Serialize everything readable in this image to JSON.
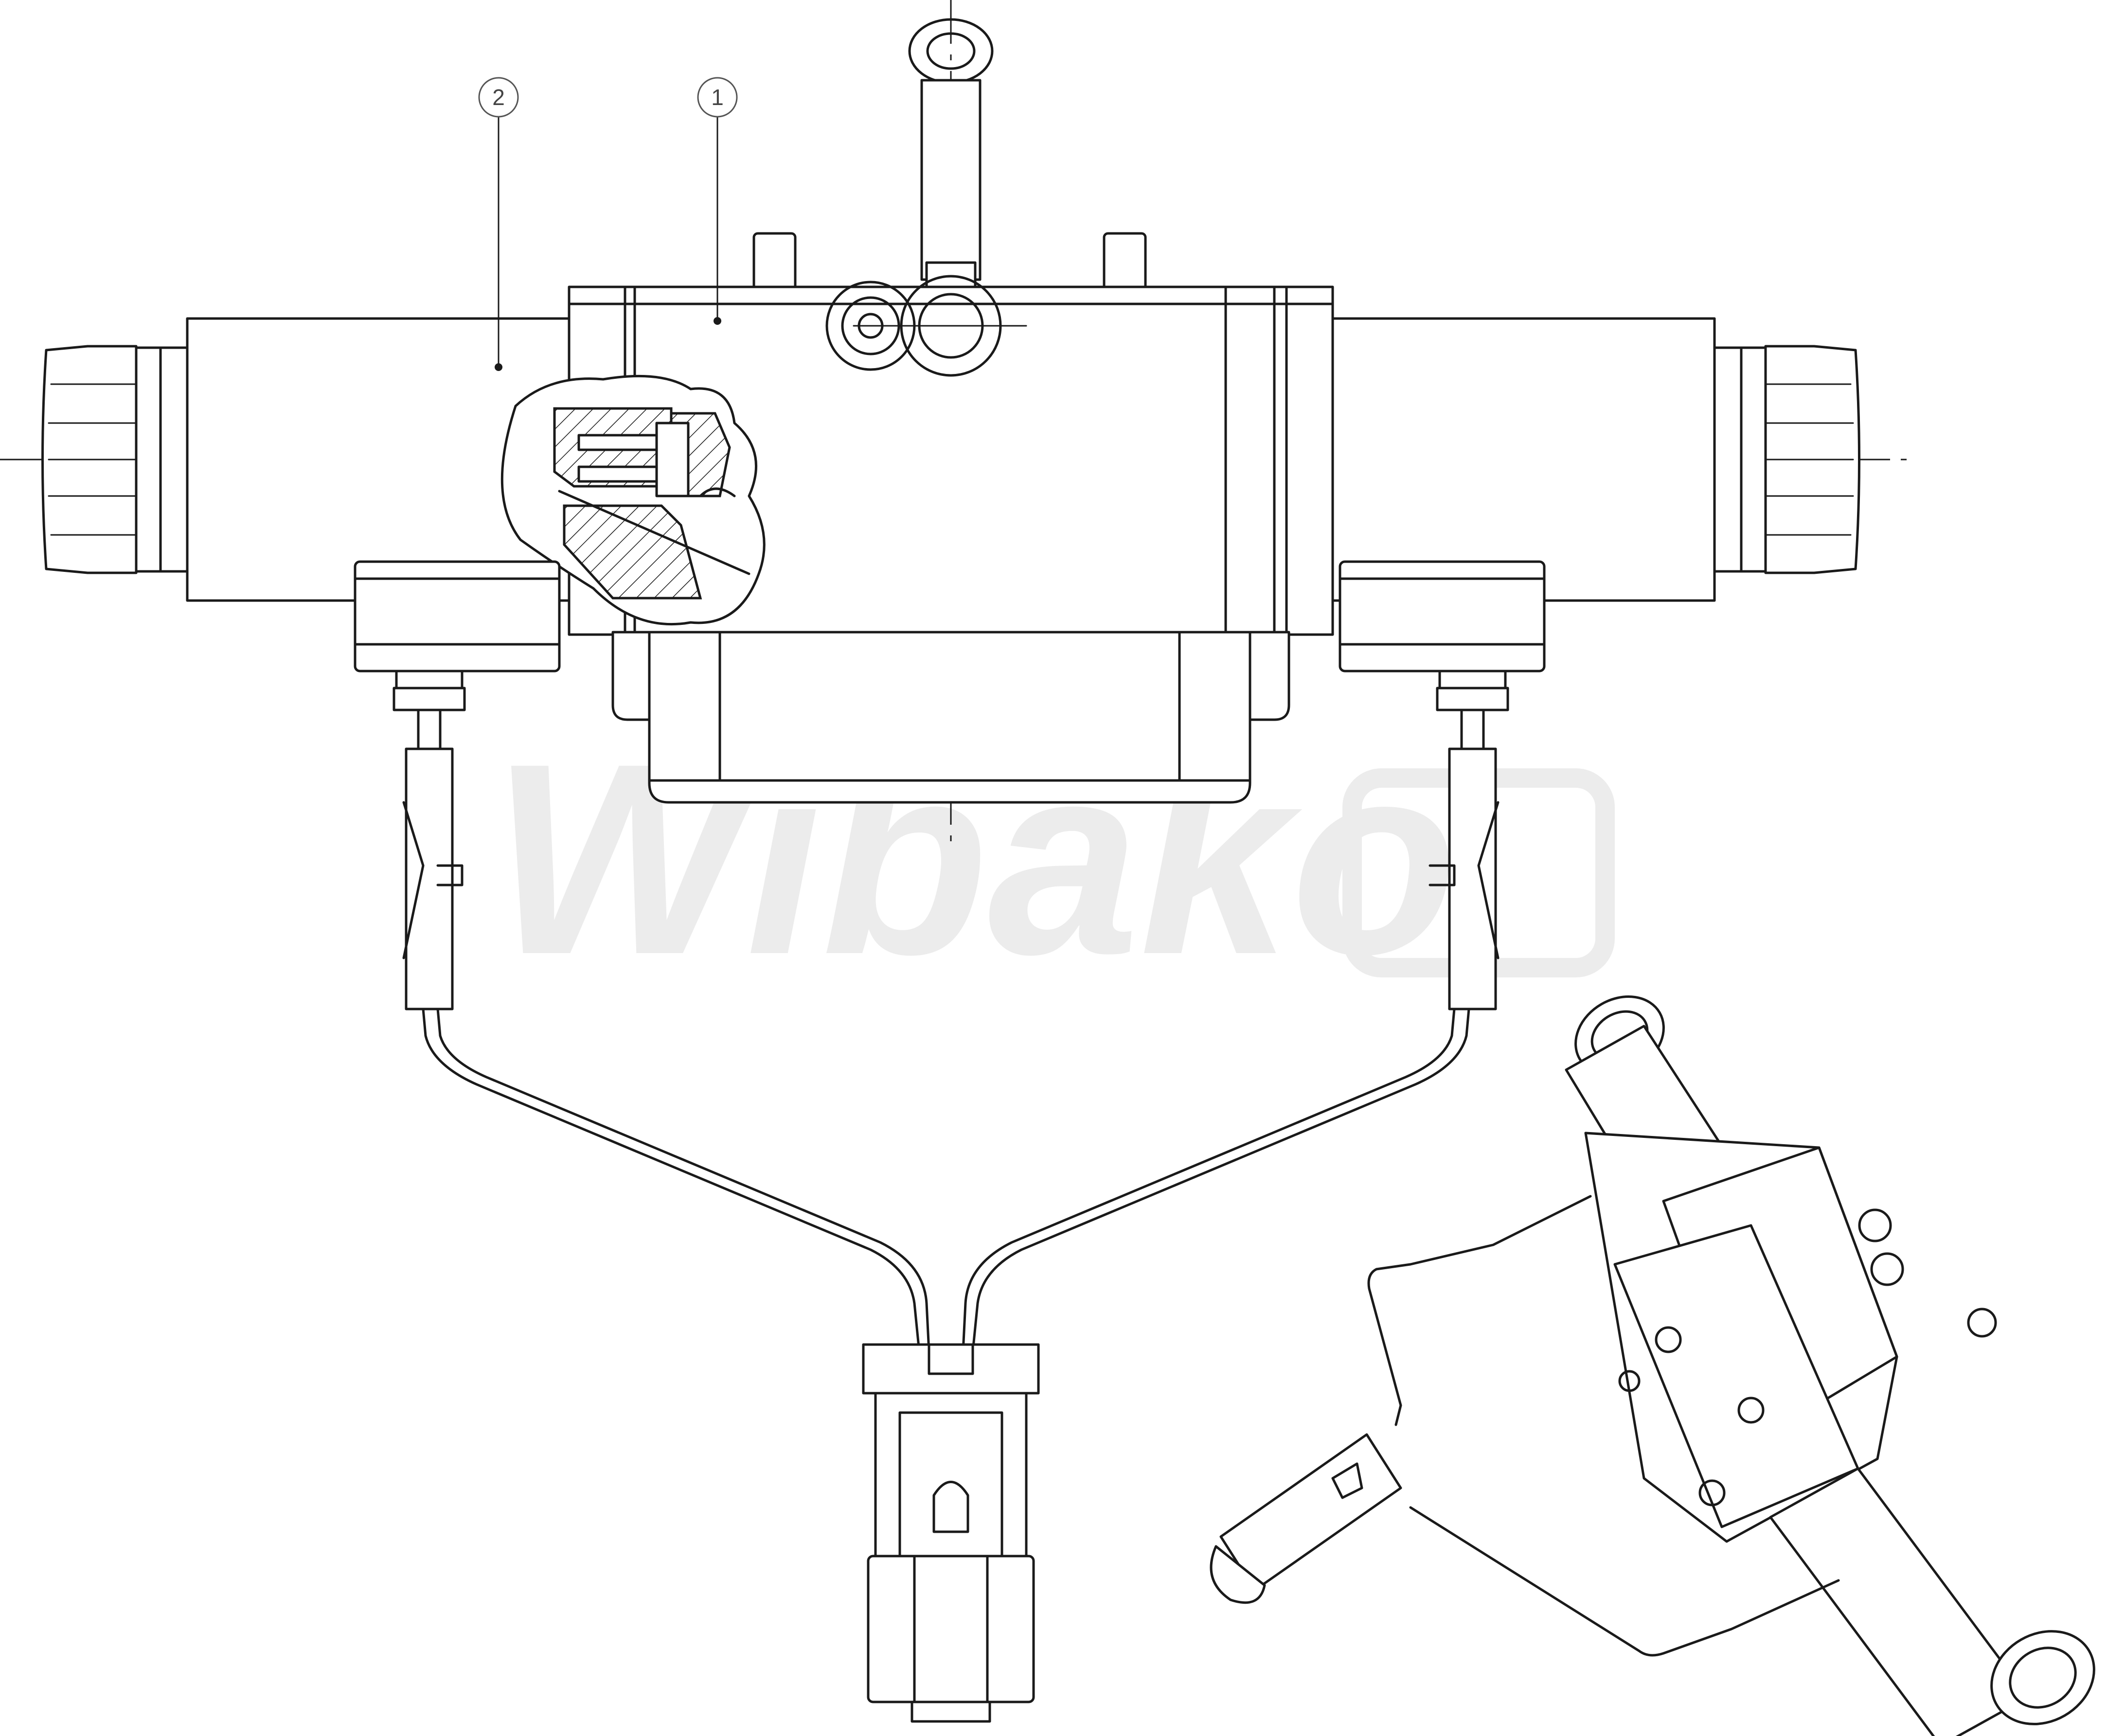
{
  "drawing": {
    "watermark": "Wibako",
    "callouts": [
      {
        "id": "callout-part-1",
        "label": "1"
      },
      {
        "id": "callout-part-2",
        "label": "2"
      }
    ],
    "colors": {
      "line": "#1a1a1a",
      "watermark": "#ececec",
      "callout": "#555555"
    }
  }
}
